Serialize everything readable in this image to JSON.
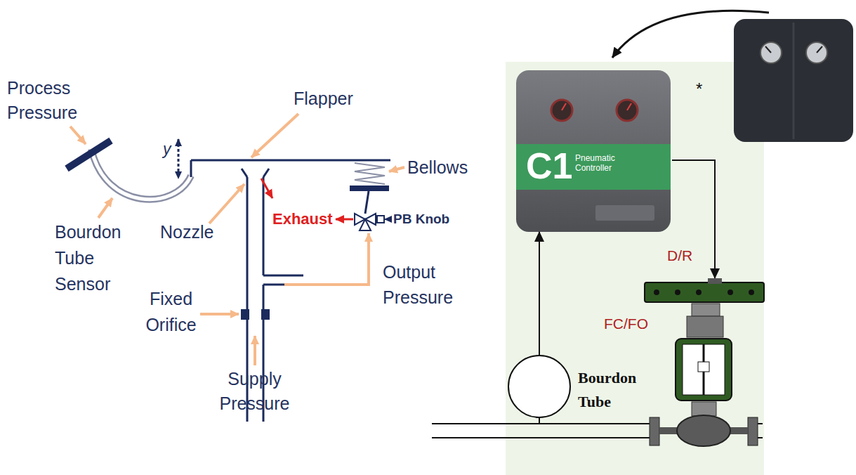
{
  "diagram": {
    "nodes": [
      {
        "text": [
          "C1",
          "Pneumatic Controller"
        ]
      },
      {
        "text": [
          "Bourdon Tube"
        ]
      }
    ],
    "edges": [
      {
        "from": 1,
        "to": 0,
        "arrow": "to"
      }
    ],
    "labels": [
      "Process Pressure",
      "y",
      "Flapper",
      "Bellows",
      "Bourdon Tube Sensor",
      "Nozzle",
      "Exhaust",
      "PB Knob",
      "Output Pressure",
      "Fixed Orifice",
      "Supply Pressure",
      "*",
      "D/R",
      "FC/FO"
    ]
  }
}
